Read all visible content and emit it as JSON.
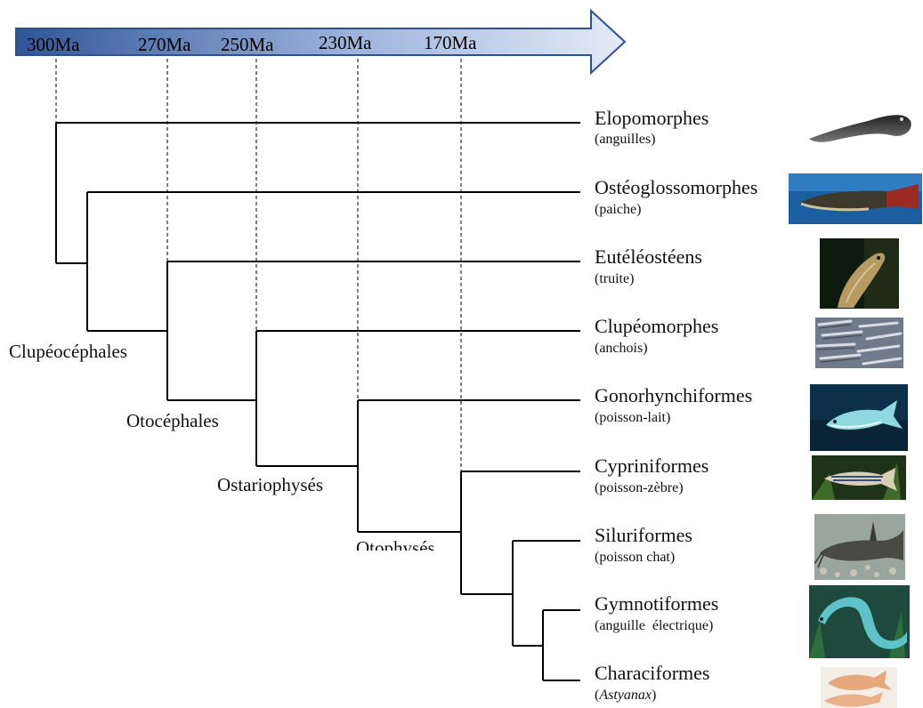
{
  "timeline": {
    "labels": [
      "300Ma",
      "270Ma",
      "250Ma",
      "230Ma",
      "170Ma"
    ],
    "arrow_colors": [
      "#2f5597",
      "#dce6f5"
    ]
  },
  "taxa": [
    {
      "name": "Elopomorphes",
      "common": "(anguilles)",
      "photo": "eel-photo"
    },
    {
      "name": "Ostéoglossomorphes",
      "common": "(paiche)",
      "photo": "arapaima-photo"
    },
    {
      "name": "Eutéléostéens",
      "common": "(truite)",
      "photo": "trout-photo"
    },
    {
      "name": "Clupéomorphes",
      "common": "(anchois)",
      "photo": "anchovy-photo"
    },
    {
      "name": "Gonorhynchiformes",
      "common": "(poisson-lait)",
      "photo": "milkfish-photo"
    },
    {
      "name": "Cypriniformes",
      "common": "(poisson-zèbre)",
      "photo": "zebrafish-photo"
    },
    {
      "name": "Siluriformes",
      "common": "(poisson chat)",
      "photo": "catfish-photo"
    },
    {
      "name": "Gymnotiformes",
      "common": "(anguille  électrique)",
      "photo": "electric-eel-photo"
    },
    {
      "name": "Characiformes",
      "common_open": "(",
      "common_italic": "Astyanax",
      "common_close": ")",
      "photo": "astyanax-photo"
    }
  ],
  "clades": [
    "Clupéocéphales",
    "Otocéphales",
    "Ostariophysés",
    "Otophysés"
  ]
}
